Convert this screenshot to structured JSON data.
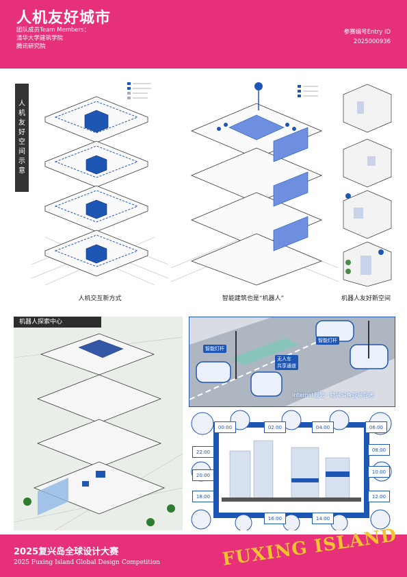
{
  "header": {
    "title": "人机友好城市",
    "team_label": "团队成员Team Members：",
    "members": [
      "清华大学建筑学院",
      "腾讯研究院"
    ],
    "entry_label": "参赛编号Entry ID",
    "entry_id": "2025000936"
  },
  "section1": {
    "side_label": [
      "人",
      "机",
      "友",
      "好",
      "空",
      "间",
      "示",
      "意"
    ],
    "captions": [
      "人机交互新方式",
      "智能建筑也是“机器人”",
      "机器人友好新空间"
    ]
  },
  "section2": {
    "title": "机器人探索中心",
    "street_tags": [
      "智能灯杆",
      "智能灯杆",
      "无人车\n共享通道"
    ],
    "street_banner": "Internet服务 · 物联设备互联互通",
    "times": [
      "00:00",
      "02:00",
      "04:00",
      "06:00",
      "08:00",
      "10:00",
      "12:00",
      "14:00",
      "16:00",
      "18:00",
      "20:00",
      "22:00"
    ]
  },
  "footer": {
    "competition_cn": "2025复兴岛全球设计大赛",
    "competition_en": "2025 Fuxing Island Global Design Competition",
    "logo_text": "FUXING ISLAND"
  },
  "colors": {
    "brand": "#e6317a",
    "accent_blue": "#1e56b3",
    "gold": "#f2c331"
  }
}
